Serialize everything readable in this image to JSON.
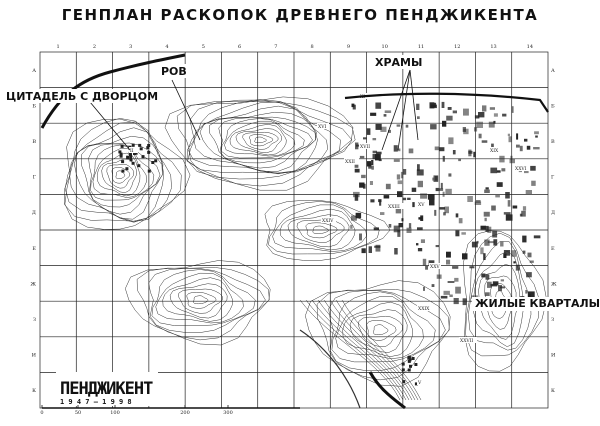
{
  "title": "ГЕНПЛАН РАСКОПОК ДРЕВНЕГО ПЕНДЖИКЕНТА",
  "grid": {
    "columns": [
      "1",
      "2",
      "3",
      "4",
      "5",
      "6",
      "7",
      "8",
      "9",
      "10",
      "11",
      "12",
      "13",
      "14"
    ],
    "rows": [
      "А",
      "Б",
      "В",
      "Г",
      "Д",
      "Е",
      "Ж",
      "З",
      "И",
      "К"
    ]
  },
  "labels": {
    "moat": "РОВ",
    "citadel": "ЦИТАДЕЛЬ С ДВОРЦОМ",
    "temples": "ХРАМЫ",
    "residential": "ЖИЛЫЕ КВАРТАЛЫ"
  },
  "site_roman_numerals": [
    "XI",
    "II",
    "XVI",
    "XXII",
    "XVII",
    "XXIV",
    "XXIII",
    "XV",
    "XIX",
    "XXVI",
    "XXV",
    "XXIX",
    "XXVII",
    "V"
  ],
  "cartouche": {
    "name": "ПЕНДЖИКЕНТ",
    "years": "1 9 4 7 – 1 9 9 8"
  },
  "scale_bar": [
    "0",
    "50",
    "100",
    "200",
    "300"
  ],
  "colors": {
    "ink": "#111111",
    "paper": "#ffffff"
  }
}
